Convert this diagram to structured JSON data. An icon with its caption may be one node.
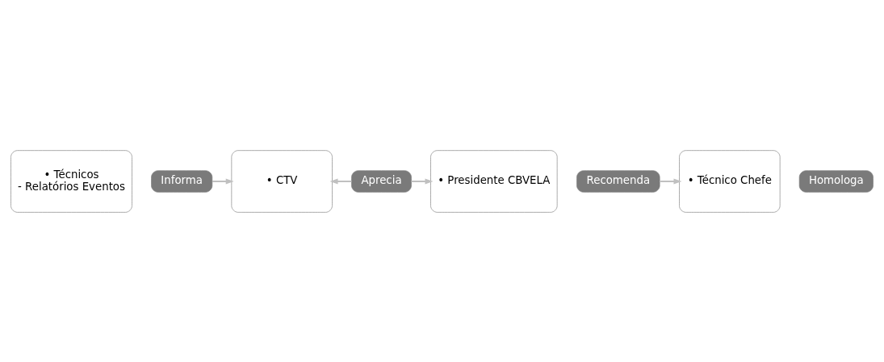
{
  "diagram": {
    "nodes": [
      {
        "text": [
          "• Técnicos",
          "- Relatórios Eventos"
        ]
      },
      {
        "text": [
          "Informa"
        ]
      },
      {
        "text": [
          "Recomenda"
        ]
      },
      {
        "text": [
          "• CTV"
        ]
      },
      {
        "text": [
          "• Técnico Chefe"
        ]
      },
      {
        "text": [
          "Aprecia"
        ]
      },
      {
        "text": [
          "Homologa"
        ]
      },
      {
        "text": [
          "• Presidente CBVELA"
        ]
      }
    ],
    "edges": [
      {
        "from": 1,
        "to": 3,
        "arrow": "to"
      },
      {
        "from": 2,
        "to": 4,
        "arrow": "to"
      },
      {
        "from": 5,
        "to": 3,
        "arrow": "to"
      },
      {
        "from": 5,
        "to": 7,
        "arrow": "to"
      }
    ]
  }
}
